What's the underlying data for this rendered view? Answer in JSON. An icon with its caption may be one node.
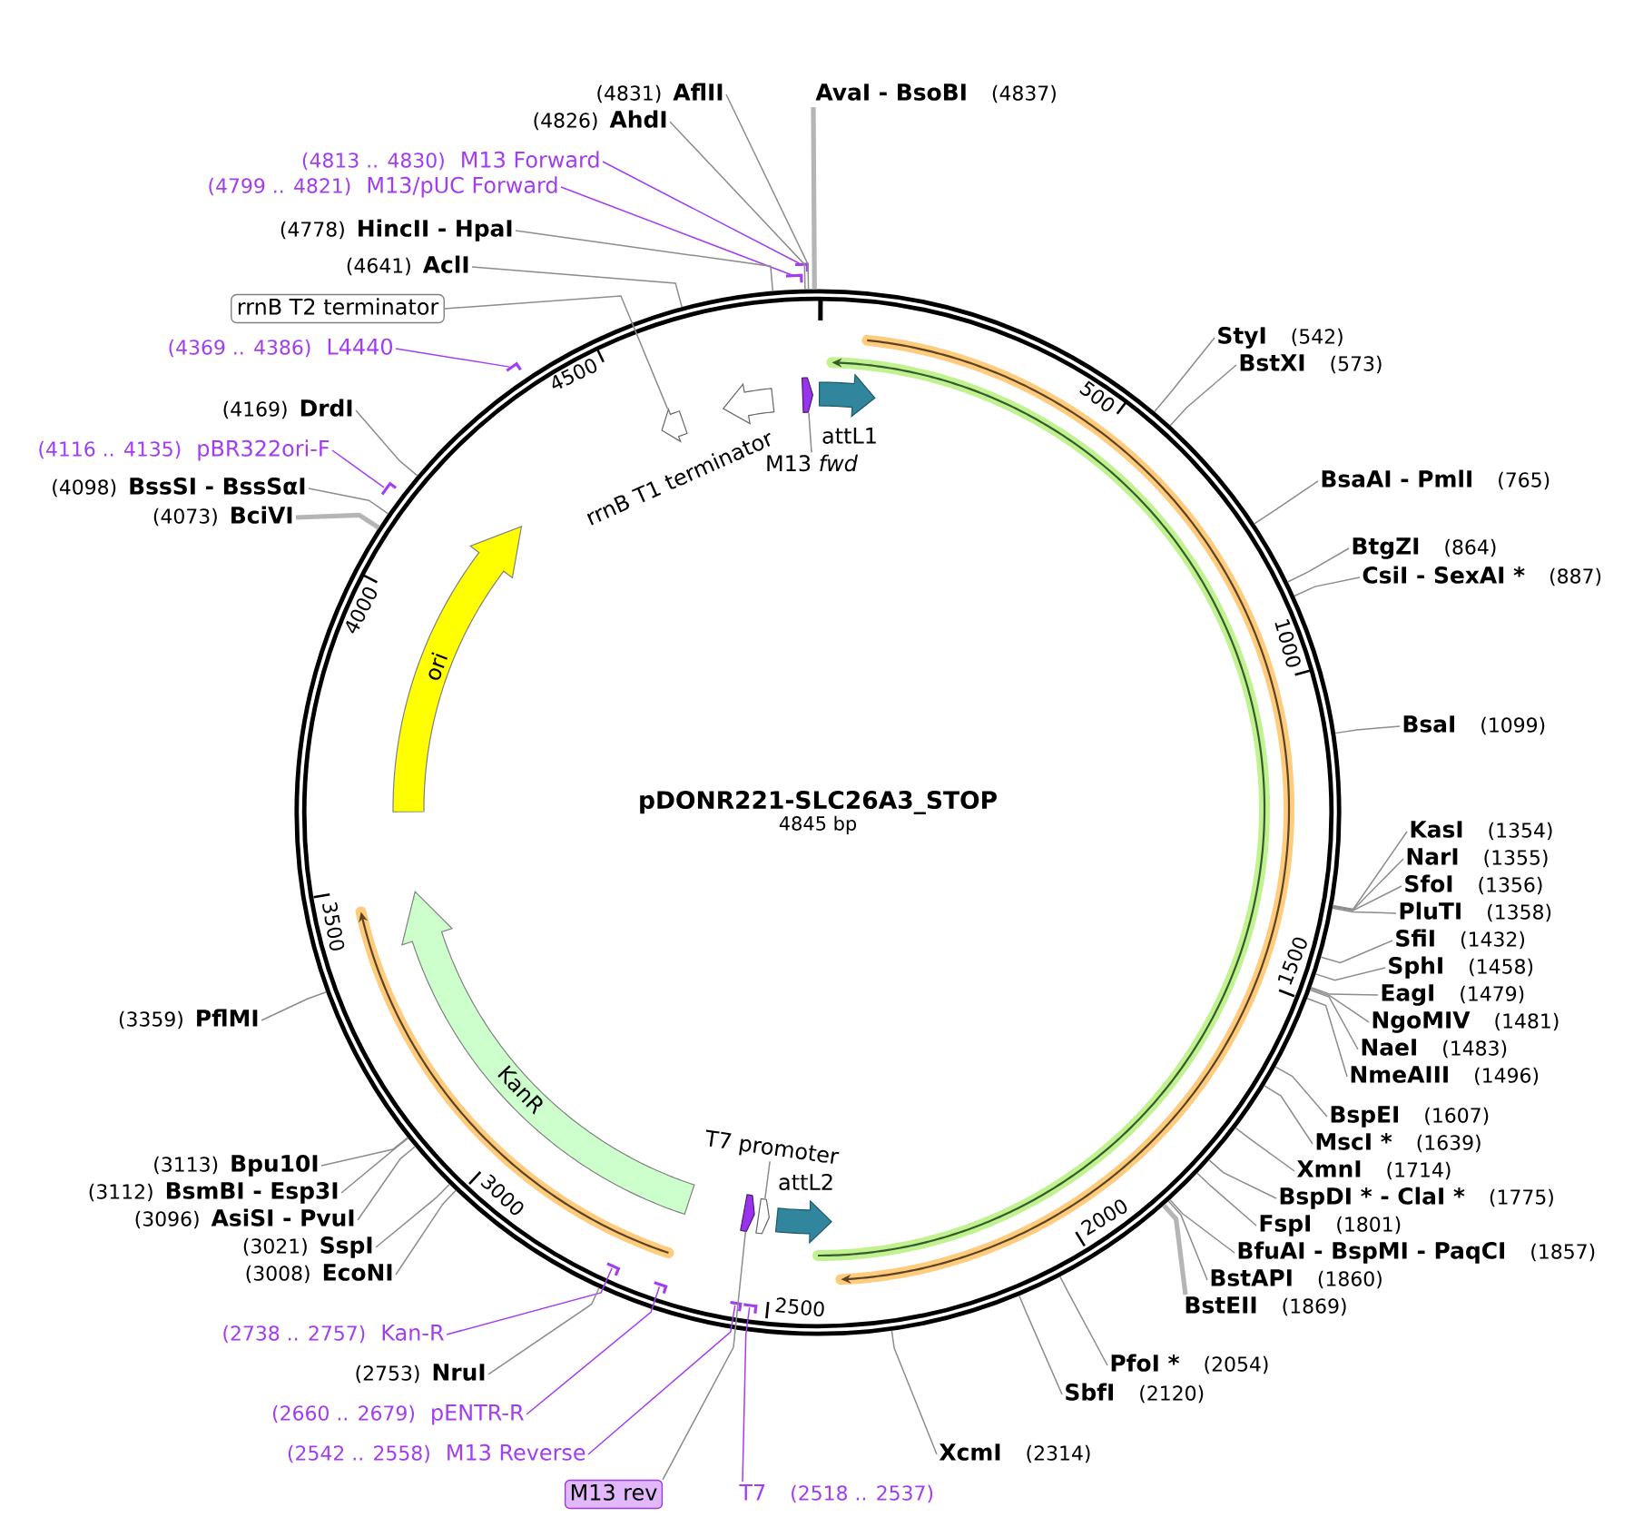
{
  "diagram": {
    "nodes": [
      {
        "text": [
          "(4831)",
          "AflII"
        ]
      },
      {
        "text": [
          "AvaI - BsoBI",
          "(4837)"
        ]
      },
      {
        "text": [
          "(4826)",
          "AhdI"
        ]
      },
      {
        "text": [
          "(4813 .. 4830)",
          "M13 Forward"
        ]
      },
      {
        "text": [
          "(4799 .. 4821)",
          "M13/pUC Forward"
        ]
      },
      {
        "text": [
          "(4778)",
          "HincII - HpaI"
        ]
      },
      {
        "text": [
          "(4641)",
          "AclI"
        ]
      },
      {
        "text": [
          "rrnB T2 terminator"
        ]
      },
      {
        "text": [
          "StyI",
          "(542)"
        ]
      },
      {
        "text": [
          "(4369 .. 4386)",
          "L4440"
        ]
      },
      {
        "text": [
          "BstXI",
          "(573)"
        ]
      },
      {
        "text": [
          "(4169)",
          "DrdI"
        ]
      },
      {
        "text": [
          "(4116 .. 4135)",
          "pBR322ori-F"
        ]
      },
      {
        "text": [
          "BsaAI - PmlI",
          "(765)"
        ]
      },
      {
        "text": [
          "(4098)",
          "BssSI - BssSαI"
        ]
      },
      {
        "text": [
          "(4073)",
          "BciVI"
        ]
      },
      {
        "text": [
          "BtgZI",
          "(864)"
        ]
      },
      {
        "text": [
          "CsiI - SexAI *",
          "(887)"
        ]
      },
      {
        "text": [
          "BsaI",
          "(1099)"
        ]
      },
      {
        "text": [
          "KasI",
          "(1354)"
        ]
      },
      {
        "text": [
          "NarI",
          "(1355)"
        ]
      },
      {
        "text": [
          "SfoI",
          "(1356)"
        ]
      },
      {
        "text": [
          "PluTI",
          "(1358)"
        ]
      },
      {
        "text": [
          "SfiI",
          "(1432)"
        ]
      },
      {
        "text": [
          "SphI",
          "(1458)"
        ]
      },
      {
        "text": [
          "EagI",
          "(1479)"
        ]
      },
      {
        "text": [
          "(3359)",
          "PflMI"
        ]
      },
      {
        "text": [
          "NgoMIV",
          "(1481)"
        ]
      },
      {
        "text": [
          "NaeI",
          "(1483)"
        ]
      },
      {
        "text": [
          "NmeAIII",
          "(1496)"
        ]
      },
      {
        "text": [
          "BspEI",
          "(1607)"
        ]
      },
      {
        "text": [
          "MscI *",
          "(1639)"
        ]
      },
      {
        "text": [
          "(3113)",
          "Bpu10I"
        ]
      },
      {
        "text": [
          "XmnI",
          "(1714)"
        ]
      },
      {
        "text": [
          "(3112)",
          "BsmBI - Esp3I"
        ]
      },
      {
        "text": [
          "BspDI * - ClaI *",
          "(1775)"
        ]
      },
      {
        "text": [
          "(3096)",
          "AsiSI - PvuI"
        ]
      },
      {
        "text": [
          "FspI",
          "(1801)"
        ]
      },
      {
        "text": [
          "(3021)",
          "SspI"
        ]
      },
      {
        "text": [
          "BfuAI - BspMI - PaqCI",
          "(1857)"
        ]
      },
      {
        "text": [
          "(3008)",
          "EcoNI"
        ]
      },
      {
        "text": [
          "BstAPI",
          "(1860)"
        ]
      },
      {
        "text": [
          "BstEII",
          "(1869)"
        ]
      },
      {
        "text": [
          "(2738 .. 2757)",
          "Kan-R"
        ]
      },
      {
        "text": [
          "PfoI *",
          "(2054)"
        ]
      },
      {
        "text": [
          "(2753)",
          "NruI"
        ]
      },
      {
        "text": [
          "SbfI",
          "(2120)"
        ]
      },
      {
        "text": [
          "(2660 .. 2679)",
          "pENTR-R"
        ]
      },
      {
        "text": [
          "(2542 .. 2558)",
          "M13 Reverse"
        ]
      },
      {
        "text": [
          "XcmI",
          "(2314)"
        ]
      },
      {
        "text": [
          "M13 rev"
        ]
      },
      {
        "text": [
          "T7",
          "(2518 .. 2537)"
        ]
      },
      {
        "text": [
          "pDONR221-SLC26A3_STOP",
          "4845 bp"
        ]
      },
      {
        "text": [],
        "shape": "arrow",
        "in": 52
      },
      {
        "text": [],
        "shape": "arrow",
        "in": 52,
        "beside": [
          "rrnB T1 terminator"
        ]
      },
      {
        "text": [],
        "shape": "arrow",
        "in": 52
      },
      {
        "text": [],
        "shape": "arrow",
        "in": 52,
        "beside": [
          "attL1"
        ]
      },
      {
        "text": [
          "M13 *fwd*"
        ],
        "in": 52
      },
      {
        "text": [
          "ori"
        ],
        "in": 52
      },
      {
        "text": [
          "KanR"
        ],
        "in": 52
      },
      {
        "text": [
          "T7 promoter"
        ],
        "in": 52
      },
      {
        "text": [],
        "shape": "arrow",
        "in": 52
      },
      {
        "text": [],
        "shape": "arrow",
        "in": 52
      },
      {
        "text": [],
        "shape": "arrow",
        "in": 52,
        "beside": [
          "attL2"
        ]
      },
      {
        "text": [],
        "shape": "bar"
      },
      {
        "text": [],
        "shape": "bar"
      },
      {
        "text": [],
        "shape": "bar"
      },
      {
        "text": [],
        "shape": "bar"
      },
      {
        "text": [],
        "shape": "bar",
        "in": 52
      },
      {
        "text": [],
        "shape": "bar",
        "in": 52
      },
      {
        "text": [],
        "shape": "bar",
        "in": 52
      },
      {
        "text": [],
        "shape": "bar",
        "in": 52
      }
    ],
    "edges": [
      {
        "from": 0,
        "to": 52,
        "arrow": "none"
      },
      {
        "from": 1,
        "to": 52,
        "arrow": "none",
        "style": "thick",
        "color": "#b5b5b5"
      },
      {
        "from": 2,
        "to": 52,
        "arrow": "none"
      },
      {
        "from": 3,
        "to": 64,
        "arrow": "none",
        "color": "#a33df2"
      },
      {
        "from": 4,
        "to": 65,
        "arrow": "none",
        "color": "#a33df2"
      },
      {
        "from": 5,
        "to": 52,
        "arrow": "none"
      },
      {
        "from": 6,
        "to": 52,
        "arrow": "none"
      },
      {
        "from": 7,
        "to": 53,
        "arrow": "none"
      },
      {
        "from": 8,
        "to": 52,
        "arrow": "none"
      },
      {
        "from": 9,
        "to": 66,
        "arrow": "none",
        "color": "#a33df2"
      },
      {
        "from": 10,
        "to": 52,
        "arrow": "none"
      },
      {
        "from": 11,
        "to": 52,
        "arrow": "none"
      },
      {
        "from": 12,
        "to": 67,
        "arrow": "none",
        "color": "#a33df2"
      },
      {
        "from": 13,
        "to": 52,
        "arrow": "none"
      },
      {
        "from": 14,
        "to": 52,
        "arrow": "none"
      },
      {
        "from": 15,
        "to": 52,
        "arrow": "none",
        "style": "thick",
        "color": "#b5b5b5"
      },
      {
        "from": 16,
        "to": 52,
        "arrow": "none"
      },
      {
        "from": 17,
        "to": 52,
        "arrow": "none"
      },
      {
        "from": 18,
        "to": 52,
        "arrow": "none"
      },
      {
        "from": 19,
        "to": 52,
        "arrow": "none"
      },
      {
        "from": 20,
        "to": 52,
        "arrow": "none"
      },
      {
        "from": 21,
        "to": 52,
        "arrow": "none"
      },
      {
        "from": 22,
        "to": 52,
        "arrow": "none"
      },
      {
        "from": 23,
        "to": 52,
        "arrow": "none"
      },
      {
        "from": 24,
        "to": 52,
        "arrow": "none"
      },
      {
        "from": 25,
        "to": 52,
        "arrow": "none"
      },
      {
        "from": 26,
        "to": 52,
        "arrow": "none"
      },
      {
        "from": 27,
        "to": 52,
        "arrow": "none"
      },
      {
        "from": 28,
        "to": 52,
        "arrow": "none"
      },
      {
        "from": 29,
        "to": 52,
        "arrow": "none"
      },
      {
        "from": 30,
        "to": 52,
        "arrow": "none"
      },
      {
        "from": 31,
        "to": 52,
        "arrow": "none"
      },
      {
        "from": 32,
        "to": 52,
        "arrow": "none"
      },
      {
        "from": 33,
        "to": 52,
        "arrow": "none"
      },
      {
        "from": 34,
        "to": 52,
        "arrow": "none"
      },
      {
        "from": 35,
        "to": 52,
        "arrow": "none"
      },
      {
        "from": 36,
        "to": 52,
        "arrow": "none"
      },
      {
        "from": 37,
        "to": 52,
        "arrow": "none"
      },
      {
        "from": 38,
        "to": 52,
        "arrow": "none"
      },
      {
        "from": 39,
        "to": 52,
        "arrow": "none"
      },
      {
        "from": 40,
        "to": 52,
        "arrow": "none"
      },
      {
        "from": 41,
        "to": 52,
        "arrow": "none"
      },
      {
        "from": 42,
        "to": 52,
        "arrow": "none",
        "style": "thick",
        "color": "#b5b5b5"
      },
      {
        "from": 43,
        "to": 68,
        "arrow": "none",
        "color": "#a33df2"
      },
      {
        "from": 44,
        "to": 52,
        "arrow": "none"
      },
      {
        "from": 45,
        "to": 52,
        "arrow": "none"
      },
      {
        "from": 46,
        "to": 52,
        "arrow": "none"
      },
      {
        "from": 47,
        "to": 69,
        "arrow": "none",
        "color": "#a33df2"
      },
      {
        "from": 48,
        "to": 70,
        "arrow": "none",
        "color": "#a33df2"
      },
      {
        "from": 49,
        "to": 52,
        "arrow": "none"
      },
      {
        "from": 50,
        "to": 62,
        "arrow": "none"
      },
      {
        "from": 51,
        "to": 71,
        "arrow": "none",
        "color": "#a33df2"
      },
      {
        "from": 57,
        "to": 55,
        "arrow": "none"
      },
      {
        "from": 60,
        "to": 61,
        "arrow": "none"
      }
    ],
    "labels": [
      "500",
      "1000",
      "1500",
      "2000",
      "2500",
      "3000",
      "3500",
      "4000",
      "4500"
    ]
  }
}
